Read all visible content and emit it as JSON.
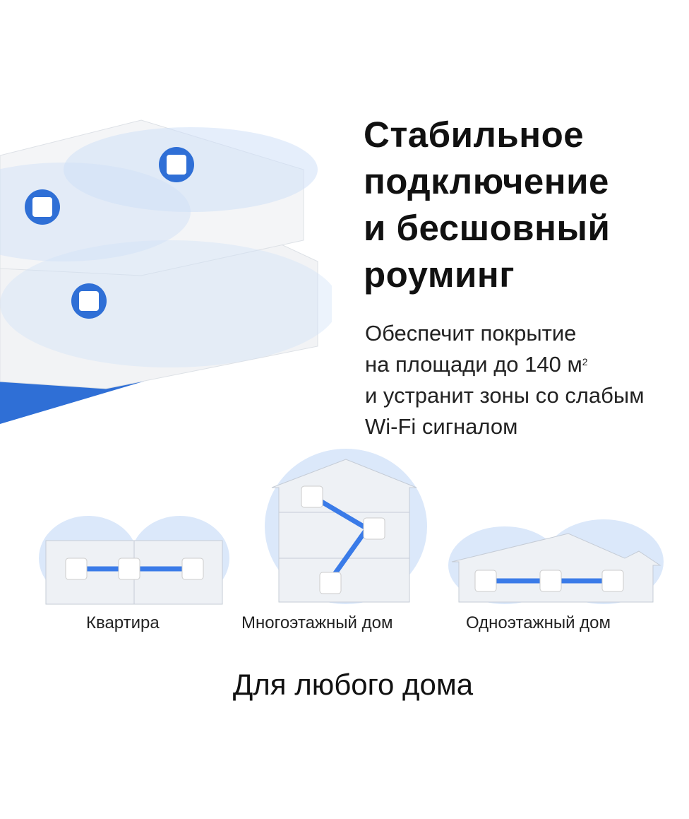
{
  "headline": {
    "lines": [
      "Стабильное",
      "подключение",
      "и бесшовный",
      "роуминг"
    ]
  },
  "description": {
    "line1": "Обеспечит покрытие",
    "line2": "на площади до 140 м",
    "line2_sup": "2",
    "line3": "и устранит зоны со слабым",
    "line4": "Wi-Fi сигналом"
  },
  "scenarios": [
    {
      "label": "Квартира",
      "icon": "apartment-illustration"
    },
    {
      "label": "Многоэтажный дом",
      "icon": "multistorey-house-illustration"
    },
    {
      "label": "Одноэтажный дом",
      "icon": "single-storey-house-illustration"
    }
  ],
  "caption": "Для любого дома",
  "colors": {
    "accent_blue": "#2f6fd6",
    "coverage_blue": "#cfe0f7",
    "link_line": "#3a7be8"
  }
}
